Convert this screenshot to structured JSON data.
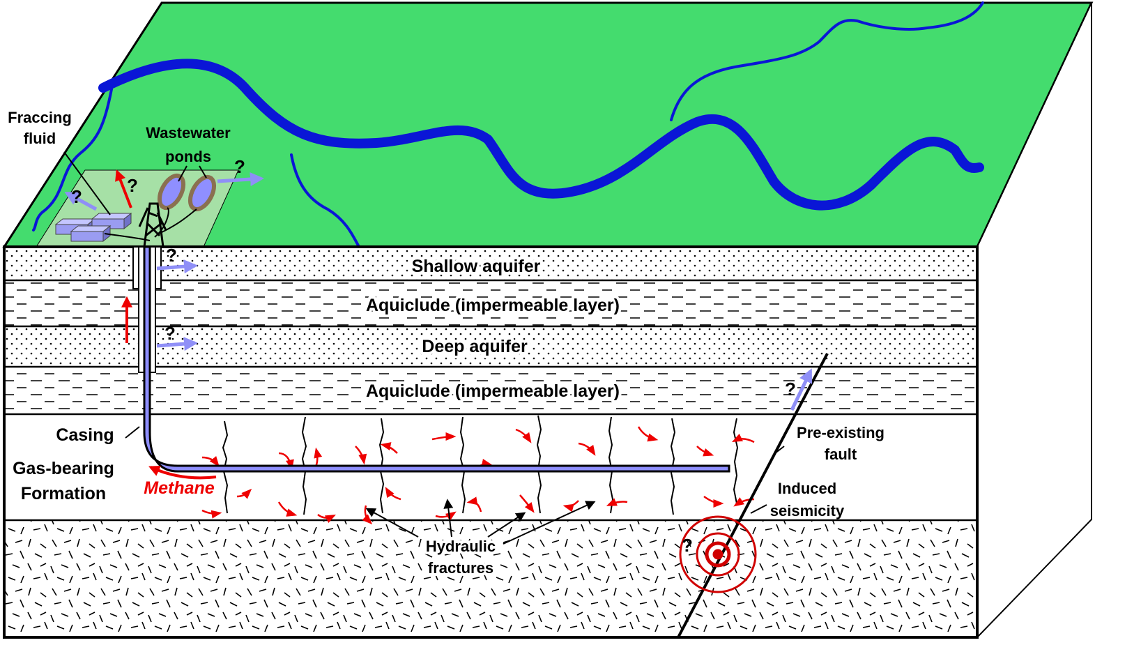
{
  "labels": {
    "fraccing_fluid_1": "Fraccing",
    "fraccing_fluid_2": "fluid",
    "wastewater_1": "Wastewater",
    "wastewater_2": "ponds",
    "shallow_aquifer": "Shallow aquifer",
    "aquiclude_upper": "Aquiclude (impermeable layer)",
    "deep_aquifer": "Deep aquifer",
    "aquiclude_lower": "Aquiclude (impermeable layer)",
    "casing": "Casing",
    "gas_bearing_1": "Gas-bearing",
    "gas_bearing_2": "Formation",
    "methane": "Methane",
    "pre_existing_1": "Pre-existing",
    "pre_existing_2": "fault",
    "induced_1": "Induced",
    "induced_2": "seismicity",
    "hydraulic_1": "Hydraulic",
    "hydraulic_2": "fractures",
    "question": "?"
  },
  "colors": {
    "ground_surface": "#44dc6e",
    "well_pad": "#a6e0a6",
    "river": "#0a16d6",
    "pond_fill": "#8f8fff",
    "pond_rim": "#8a7050",
    "tank_fill": "#9a9cf2",
    "migration_arrow": "#8f8ff7",
    "flow_arrow": "#ee0000",
    "seismic_ring": "#d00000",
    "line": "#000000"
  },
  "icons": {
    "storage_tanks": "tank-icon",
    "wastewater_ponds": "pond-icon",
    "drilling_rig": "derrick-icon",
    "seismic_focus": "seismic-rings-icon"
  }
}
